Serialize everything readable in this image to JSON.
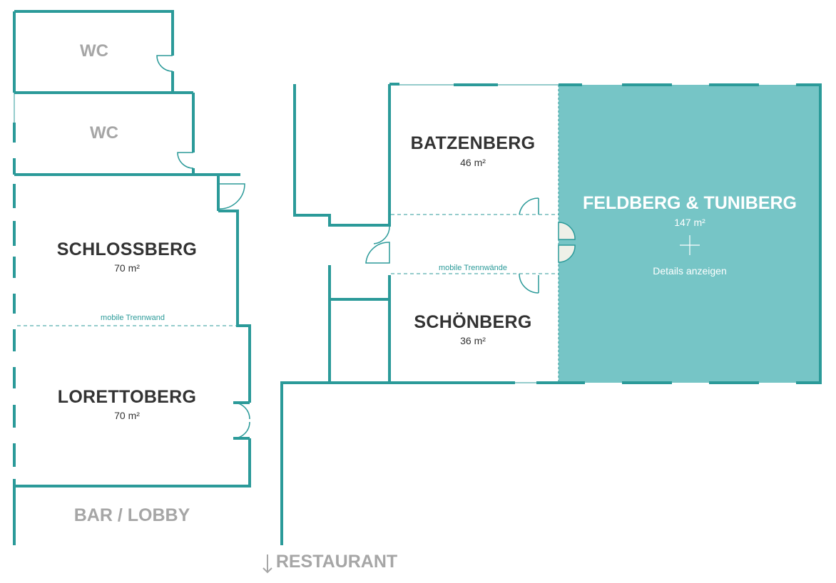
{
  "colors": {
    "wall": "#2b9a99",
    "highlight": "#76c5c6",
    "door_leaf": "#eef0e8"
  },
  "rooms": {
    "wc_top": {
      "name": "WC"
    },
    "wc_bottom": {
      "name": "WC"
    },
    "schlossberg": {
      "name": "SCHLOSSBERG",
      "area": "70 m²"
    },
    "lorettoberg": {
      "name": "LORETTOBERG",
      "area": "70 m²"
    },
    "batzenberg": {
      "name": "BATZENBERG",
      "area": "46 m²"
    },
    "schoenberg": {
      "name": "SCHÖNBERG",
      "area": "36 m²"
    },
    "feldberg": {
      "name": "FELDBERG & TUNIBERG",
      "area": "147 m²",
      "details_link": "Details anzeigen"
    }
  },
  "partitions": {
    "left": "mobile Trennwand",
    "middle": "mobile Trennwände"
  },
  "areas": {
    "bar_lobby": "BAR / LOBBY",
    "restaurant": "RESTAURANT"
  },
  "icons": {
    "plus": "plus-icon",
    "arrow": "arrow-down-icon"
  }
}
